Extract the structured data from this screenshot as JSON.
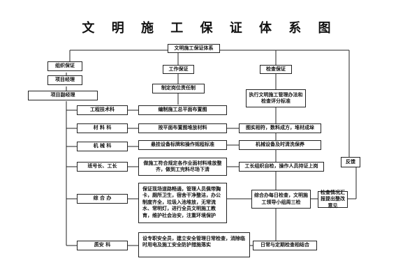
{
  "title": "文 明 施 工 保 证 体 系 图",
  "nodes": {
    "root": "文明施工保证体系",
    "org": "组织保证",
    "pm": "项目经理",
    "dpm": "项目副经理",
    "work": "工作保证",
    "duty": "制定岗位责任制",
    "check": "检查保证",
    "check_std": "执行文明施工管理办法和检查评分标准",
    "tech": "工程技术科",
    "tech_task": "编制施工总平面布置图",
    "mat": "材 料 科",
    "mat_task": "按平面布置图堆放材料",
    "mat_check": "图实相符，数料成方，堆材成垛",
    "mech": "机 械 科",
    "mech_task": "悬挂设备标牌和操作规程标准",
    "mech_check": "机械设备及时清洗保养",
    "team": "班号长、工长",
    "team_task": "做施工符合规定各作业面材料堆放整齐，做到工完料尽场下清",
    "team_check": "工长组织自检，操作人员持证上岗",
    "admin": "综 合 办",
    "admin_task": "保证现场道路畅通，管理人员佩带胸卡，厕所卫生，宿舍干净整洁，办公制度齐全，垃圾入池堆放，无常流水、常明灯，进行全员文明施工教育，维护社会治安，注重环境保护",
    "admin_check": "综合办每日检查，文明施工领导小组周三检",
    "report": "检查情况汇报提出整改意见",
    "safety": "质安 科",
    "safety_task": "设专职安全员，建立安全管理日常检查，消除临时用电及施工安全防护措施落实",
    "combine": "日常与定期检查相结合",
    "feedback": "反馈"
  }
}
